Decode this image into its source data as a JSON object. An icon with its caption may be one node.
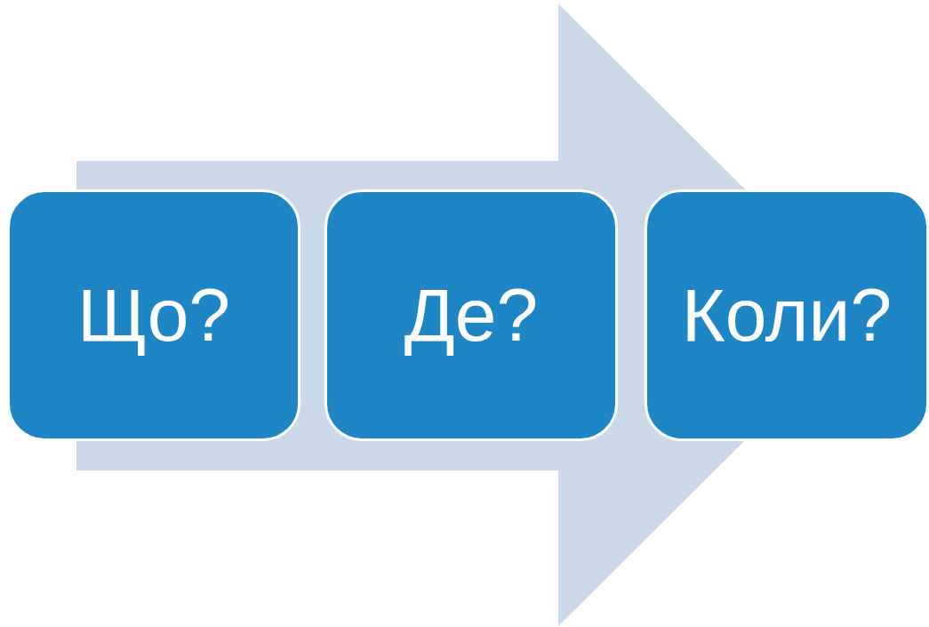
{
  "diagram": {
    "nodes": [
      {
        "text": [],
        "shape": "arrow"
      },
      {
        "text": [
          "Що?"
        ]
      },
      {
        "text": [
          "Де?"
        ],
        "in": 0
      },
      {
        "text": [
          "Коли?"
        ]
      }
    ]
  }
}
